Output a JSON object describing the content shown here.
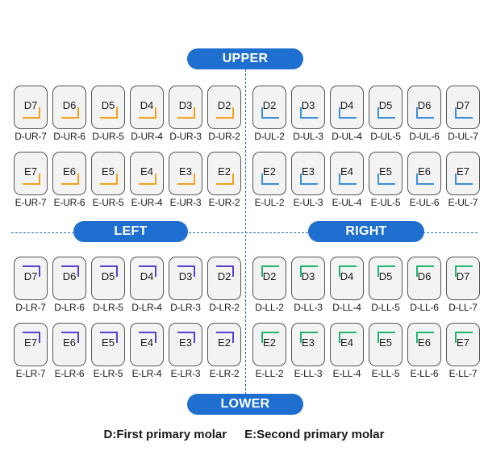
{
  "labels": {
    "upper": "UPPER",
    "lower": "LOWER",
    "left": "LEFT",
    "right": "RIGHT"
  },
  "legend": {
    "d": "D:First primary molar",
    "e": "E:Second primary molar"
  },
  "colors": {
    "accent": "#1f6fd1",
    "UR": "#f0a21b",
    "UL": "#3b8fd9",
    "LR": "#5b3fd1",
    "LL": "#1fb56f"
  },
  "quadrants": [
    {
      "id": "UR",
      "rows": [
        {
          "teeth": [
            "D7",
            "D6",
            "D5",
            "D4",
            "D3",
            "D2"
          ],
          "captions": [
            "D-UR-7",
            "D-UR-6",
            "D-UR-5",
            "D-UR-4",
            "D-UR-3",
            "D-UR-2"
          ]
        },
        {
          "teeth": [
            "E7",
            "E6",
            "E5",
            "E4",
            "E3",
            "E2"
          ],
          "captions": [
            "E-UR-7",
            "E-UR-6",
            "E-UR-5",
            "E-UR-4",
            "E-UR-3",
            "E-UR-2"
          ]
        }
      ]
    },
    {
      "id": "UL",
      "rows": [
        {
          "teeth": [
            "D2",
            "D3",
            "D4",
            "D5",
            "D6",
            "D7"
          ],
          "captions": [
            "D-UL-2",
            "D-UL-3",
            "D-UL-4",
            "D-UL-5",
            "D-UL-6",
            "D-UL-7"
          ]
        },
        {
          "teeth": [
            "E2",
            "E3",
            "E4",
            "E5",
            "E6",
            "E7"
          ],
          "captions": [
            "E-UL-2",
            "E-UL-3",
            "E-UL-4",
            "E-UL-5",
            "E-UL-6",
            "E-UL-7"
          ]
        }
      ]
    },
    {
      "id": "LR",
      "rows": [
        {
          "teeth": [
            "D7",
            "D6",
            "D5",
            "D4",
            "D3",
            "D2"
          ],
          "captions": [
            "D-LR-7",
            "D-LR-6",
            "D-LR-5",
            "D-LR-4",
            "D-LR-3",
            "D-LR-2"
          ]
        },
        {
          "teeth": [
            "E7",
            "E6",
            "E5",
            "E4",
            "E3",
            "E2"
          ],
          "captions": [
            "E-LR-7",
            "E-LR-6",
            "E-LR-5",
            "E-LR-4",
            "E-LR-3",
            "E-LR-2"
          ]
        }
      ]
    },
    {
      "id": "LL",
      "rows": [
        {
          "teeth": [
            "D2",
            "D3",
            "D4",
            "D5",
            "D6",
            "D7"
          ],
          "captions": [
            "D-LL-2",
            "D-LL-3",
            "D-LL-4",
            "D-LL-5",
            "D-LL-6",
            "D-LL-7"
          ]
        },
        {
          "teeth": [
            "E2",
            "E3",
            "E4",
            "E5",
            "E6",
            "E7"
          ],
          "captions": [
            "E-LL-2",
            "E-LL-3",
            "E-LL-4",
            "E-LL-5",
            "E-LL-6",
            "E-LL-7"
          ]
        }
      ]
    }
  ]
}
